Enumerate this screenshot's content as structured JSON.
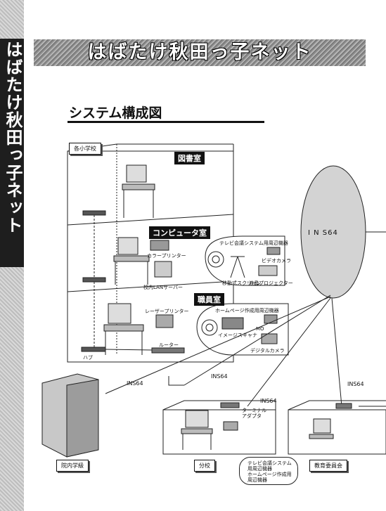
{
  "side_title": "はばたけ秋田っ子ネット",
  "banner_title": "はばたけ秋田っ子ネット",
  "section_title": "システム構成図",
  "school_label": "各小学校",
  "rooms": {
    "library": "図書室",
    "computer": "コンピュータ室",
    "staff": "職員室"
  },
  "devices": {
    "color_printer": "カラープリンター",
    "lan_server": "校内LANサーバー",
    "laser_printer": "レーザープリンター",
    "router": "ルーター",
    "hub": "ハブ",
    "tv_conf_peripherals": "テレビ会議システム用周辺機器",
    "video_camera": "ビデオカメラ",
    "screen": "移動式スクリーン",
    "projector": "液晶プロジェクター",
    "hp_peripherals": "ホームページ作成用周辺機器",
    "image_scanner": "イメージスキャナ",
    "mo": "MO",
    "digital_camera": "デジタルカメラ",
    "terminal_adapter": "ターミナルアダプタ"
  },
  "network": {
    "ins64_cloud": "I N S64",
    "ins64_a": "INS64",
    "ins64_b": "INS64",
    "ins64_c": "INS64",
    "ins64_d": "INS64"
  },
  "bottom_labels": {
    "hospital_class": "院内学級",
    "branch_school": "分校",
    "board_of_education": "教育委員会"
  },
  "branch_note": {
    "line1": "テレビ会議システム",
    "line2": "用周辺機器",
    "line3": "ホームページ作成用",
    "line4": "周辺機器"
  }
}
